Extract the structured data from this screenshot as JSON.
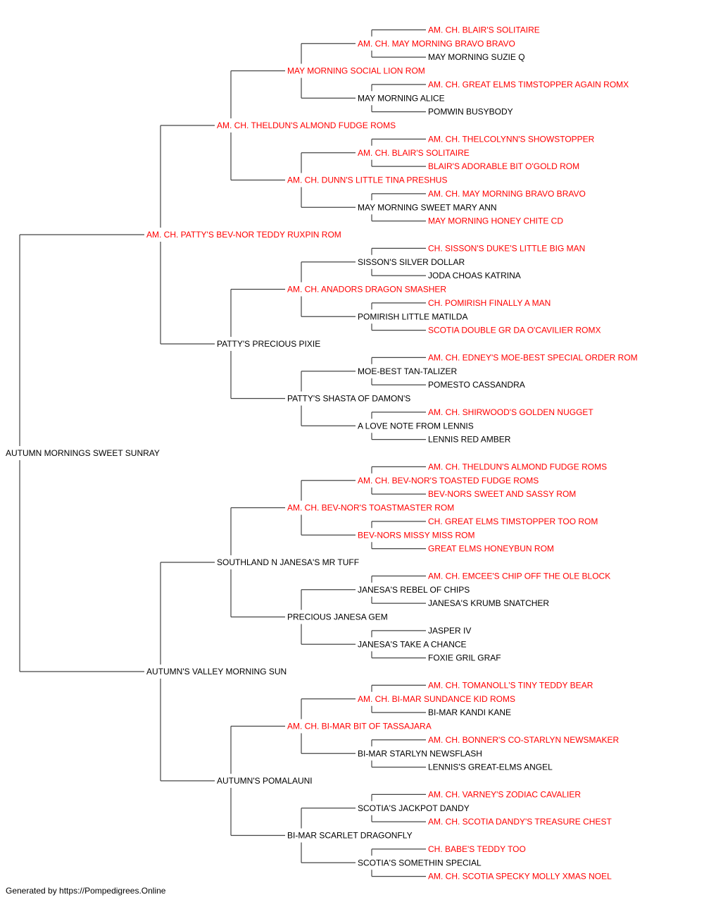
{
  "colors": {
    "champion": "#ff0000",
    "normal": "#000000",
    "line": "#444444"
  },
  "footer": "Generated by https://Pompedigrees.Online",
  "pedigree": {
    "name": "AUTUMN MORNINGS SWEET SUNRAY",
    "champion": false,
    "sire": {
      "name": "AM. CH. PATTY'S BEV-NOR TEDDY RUXPIN ROM",
      "champion": true,
      "sire": {
        "name": "AM. CH. THELDUN'S ALMOND FUDGE ROMS",
        "champion": true,
        "sire": {
          "name": "MAY MORNING SOCIAL LION ROM",
          "champion": true,
          "sire": {
            "name": "AM. CH. MAY MORNING BRAVO BRAVO",
            "champion": true,
            "sire": {
              "name": "AM. CH. BLAIR'S SOLITAIRE",
              "champion": true
            },
            "dam": {
              "name": "MAY MORNING SUZIE Q",
              "champion": false
            }
          },
          "dam": {
            "name": "MAY MORNING ALICE",
            "champion": false,
            "sire": {
              "name": "AM. CH. GREAT ELMS TIMSTOPPER AGAIN ROMX",
              "champion": true
            },
            "dam": {
              "name": "POMWIN BUSYBODY",
              "champion": false
            }
          }
        },
        "dam": {
          "name": "AM. CH. DUNN'S LITTLE TINA PRESHUS",
          "champion": true,
          "sire": {
            "name": "AM. CH. BLAIR'S SOLITAIRE",
            "champion": true,
            "sire": {
              "name": "AM. CH. THELCOLYNN'S SHOWSTOPPER",
              "champion": true
            },
            "dam": {
              "name": "BLAIR'S ADORABLE BIT O'GOLD ROM",
              "champion": true
            }
          },
          "dam": {
            "name": "MAY MORNING SWEET MARY ANN",
            "champion": false,
            "sire": {
              "name": "AM. CH. MAY MORNING BRAVO BRAVO",
              "champion": true
            },
            "dam": {
              "name": "MAY MORNING HONEY CHITE CD",
              "champion": true
            }
          }
        }
      },
      "dam": {
        "name": "PATTY'S PRECIOUS PIXIE",
        "champion": false,
        "sire": {
          "name": "AM. CH. ANADORS DRAGON SMASHER",
          "champion": true,
          "sire": {
            "name": "SISSON'S SILVER DOLLAR",
            "champion": false,
            "sire": {
              "name": "CH. SISSON'S DUKE'S LITTLE BIG MAN",
              "champion": true
            },
            "dam": {
              "name": "JODA CHOAS KATRINA",
              "champion": false
            }
          },
          "dam": {
            "name": "POMIRISH LITTLE MATILDA",
            "champion": false,
            "sire": {
              "name": "CH. POMIRISH FINALLY A MAN",
              "champion": true
            },
            "dam": {
              "name": "SCOTIA DOUBLE GR DA O'CAVILIER ROMX",
              "champion": true
            }
          }
        },
        "dam": {
          "name": "PATTY'S SHASTA OF DAMON'S",
          "champion": false,
          "sire": {
            "name": "MOE-BEST TAN-TALIZER",
            "champion": false,
            "sire": {
              "name": "AM. CH. EDNEY'S MOE-BEST SPECIAL ORDER ROM",
              "champion": true
            },
            "dam": {
              "name": "POMESTO CASSANDRA",
              "champion": false
            }
          },
          "dam": {
            "name": "A LOVE NOTE FROM LENNIS",
            "champion": false,
            "sire": {
              "name": "AM. CH. SHIRWOOD'S GOLDEN NUGGET",
              "champion": true
            },
            "dam": {
              "name": "LENNIS RED AMBER",
              "champion": false
            }
          }
        }
      }
    },
    "dam": {
      "name": "AUTUMN'S VALLEY MORNING SUN",
      "champion": false,
      "sire": {
        "name": "SOUTHLAND N JANESA'S MR TUFF",
        "champion": false,
        "sire": {
          "name": "AM. CH. BEV-NOR'S TOASTMASTER ROM",
          "champion": true,
          "sire": {
            "name": "AM. CH. BEV-NOR'S TOASTED FUDGE ROMS",
            "champion": true,
            "sire": {
              "name": "AM. CH. THELDUN'S ALMOND FUDGE ROMS",
              "champion": true
            },
            "dam": {
              "name": "BEV-NORS SWEET AND SASSY ROM",
              "champion": true
            }
          },
          "dam": {
            "name": "BEV-NORS MISSY MISS ROM",
            "champion": true,
            "sire": {
              "name": "CH. GREAT ELMS TIMSTOPPER TOO ROM",
              "champion": true
            },
            "dam": {
              "name": "GREAT ELMS HONEYBUN ROM",
              "champion": true
            }
          }
        },
        "dam": {
          "name": "PRECIOUS JANESA GEM",
          "champion": false,
          "sire": {
            "name": "JANESA'S REBEL OF CHIPS",
            "champion": false,
            "sire": {
              "name": "AM. CH. EMCEE'S CHIP OFF THE OLE BLOCK",
              "champion": true
            },
            "dam": {
              "name": "JANESA'S KRUMB SNATCHER",
              "champion": false
            }
          },
          "dam": {
            "name": "JANESA'S TAKE A CHANCE",
            "champion": false,
            "sire": {
              "name": "JASPER IV",
              "champion": false
            },
            "dam": {
              "name": "FOXIE GRIL GRAF",
              "champion": false
            }
          }
        }
      },
      "dam": {
        "name": "AUTUMN'S POMALAUNI",
        "champion": false,
        "sire": {
          "name": "AM. CH. BI-MAR BIT OF TASSAJARA",
          "champion": true,
          "sire": {
            "name": "AM. CH. BI-MAR SUNDANCE KID ROMS",
            "champion": true,
            "sire": {
              "name": "AM. CH. TOMANOLL'S TINY TEDDY BEAR",
              "champion": true
            },
            "dam": {
              "name": "BI-MAR KANDI KANE",
              "champion": false
            }
          },
          "dam": {
            "name": "BI-MAR STARLYN NEWSFLASH",
            "champion": false,
            "sire": {
              "name": "AM. CH. BONNER'S CO-STARLYN NEWSMAKER",
              "champion": true
            },
            "dam": {
              "name": "LENNIS'S GREAT-ELMS ANGEL",
              "champion": false
            }
          }
        },
        "dam": {
          "name": "BI-MAR SCARLET DRAGONFLY",
          "champion": false,
          "sire": {
            "name": "SCOTIA'S JACKPOT DANDY",
            "champion": false,
            "sire": {
              "name": "AM. CH. VARNEY'S ZODIAC CAVALIER",
              "champion": true
            },
            "dam": {
              "name": "AM. CH. SCOTIA DANDY'S TREASURE CHEST",
              "champion": true
            }
          },
          "dam": {
            "name": "SCOTIA'S SOMETHIN SPECIAL",
            "champion": false,
            "sire": {
              "name": "CH. BABE'S TEDDY TOO",
              "champion": true
            },
            "dam": {
              "name": "AM. CH. SCOTIA SPECKY MOLLY XMAS NOEL",
              "champion": true
            }
          }
        }
      }
    }
  }
}
